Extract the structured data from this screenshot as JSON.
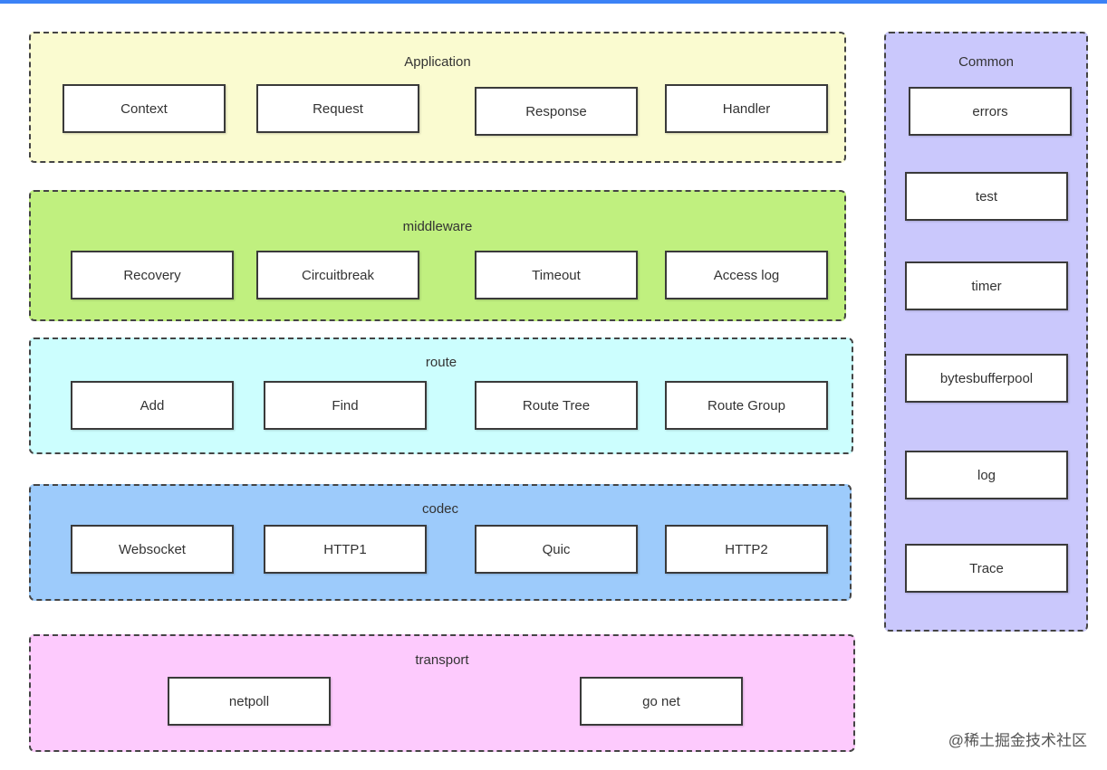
{
  "colors": {
    "application": "#fafbd0",
    "middleware": "#c0f07f",
    "route": "#ccfefe",
    "codec": "#9dcbfb",
    "transport": "#fdcafd",
    "common": "#cac8fc"
  },
  "application": {
    "title": "Application",
    "items": [
      "Context",
      "Request",
      "Response",
      "Handler"
    ]
  },
  "middleware": {
    "title": "middleware",
    "items": [
      "Recovery",
      "Circuitbreak",
      "Timeout",
      "Access log"
    ]
  },
  "route": {
    "title": "route",
    "items": [
      "Add",
      "Find",
      "Route Tree",
      "Route Group"
    ]
  },
  "codec": {
    "title": "codec",
    "items": [
      "Websocket",
      "HTTP1",
      "Quic",
      "HTTP2"
    ]
  },
  "transport": {
    "title": "transport",
    "items": [
      "netpoll",
      "go net"
    ]
  },
  "common": {
    "title": "Common",
    "items": [
      "errors",
      "test",
      "timer",
      "bytesbufferpool",
      "log",
      "Trace"
    ]
  },
  "watermark": "@稀土掘金技术社区"
}
